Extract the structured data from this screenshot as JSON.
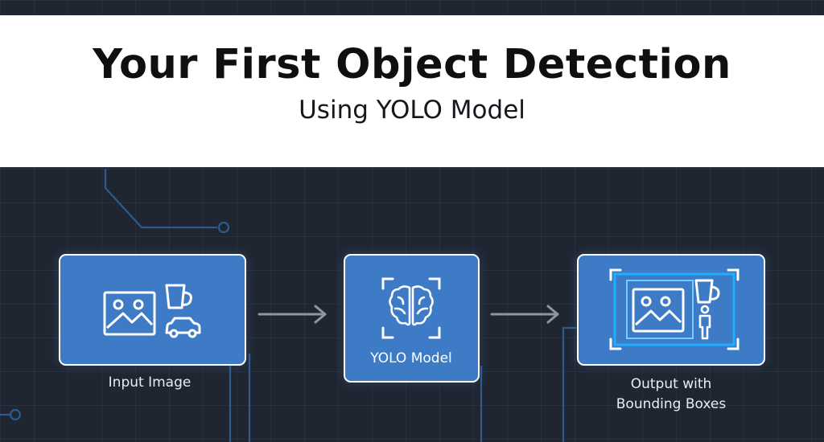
{
  "header": {
    "title": "Your First Object Detection",
    "subtitle": "Using YOLO Model"
  },
  "steps": [
    {
      "label": "Input Image",
      "icons": [
        "image-icon",
        "mug-icon",
        "car-icon"
      ]
    },
    {
      "label": "YOLO Model",
      "icons": [
        "brain-icon",
        "focus-frame-icon"
      ]
    },
    {
      "label_line1": "Output with",
      "label_line2": "Bounding Boxes",
      "icons": [
        "image-icon",
        "mug-icon",
        "person-icon",
        "bounding-box-icon"
      ]
    }
  ],
  "colors": {
    "background": "#1f2631",
    "card": "#3d7bc6",
    "card_border": "#ffffff",
    "bounding_box": "#1ab0ff",
    "arrow": "#8e96a3",
    "circuit": "#2e5a8e"
  }
}
